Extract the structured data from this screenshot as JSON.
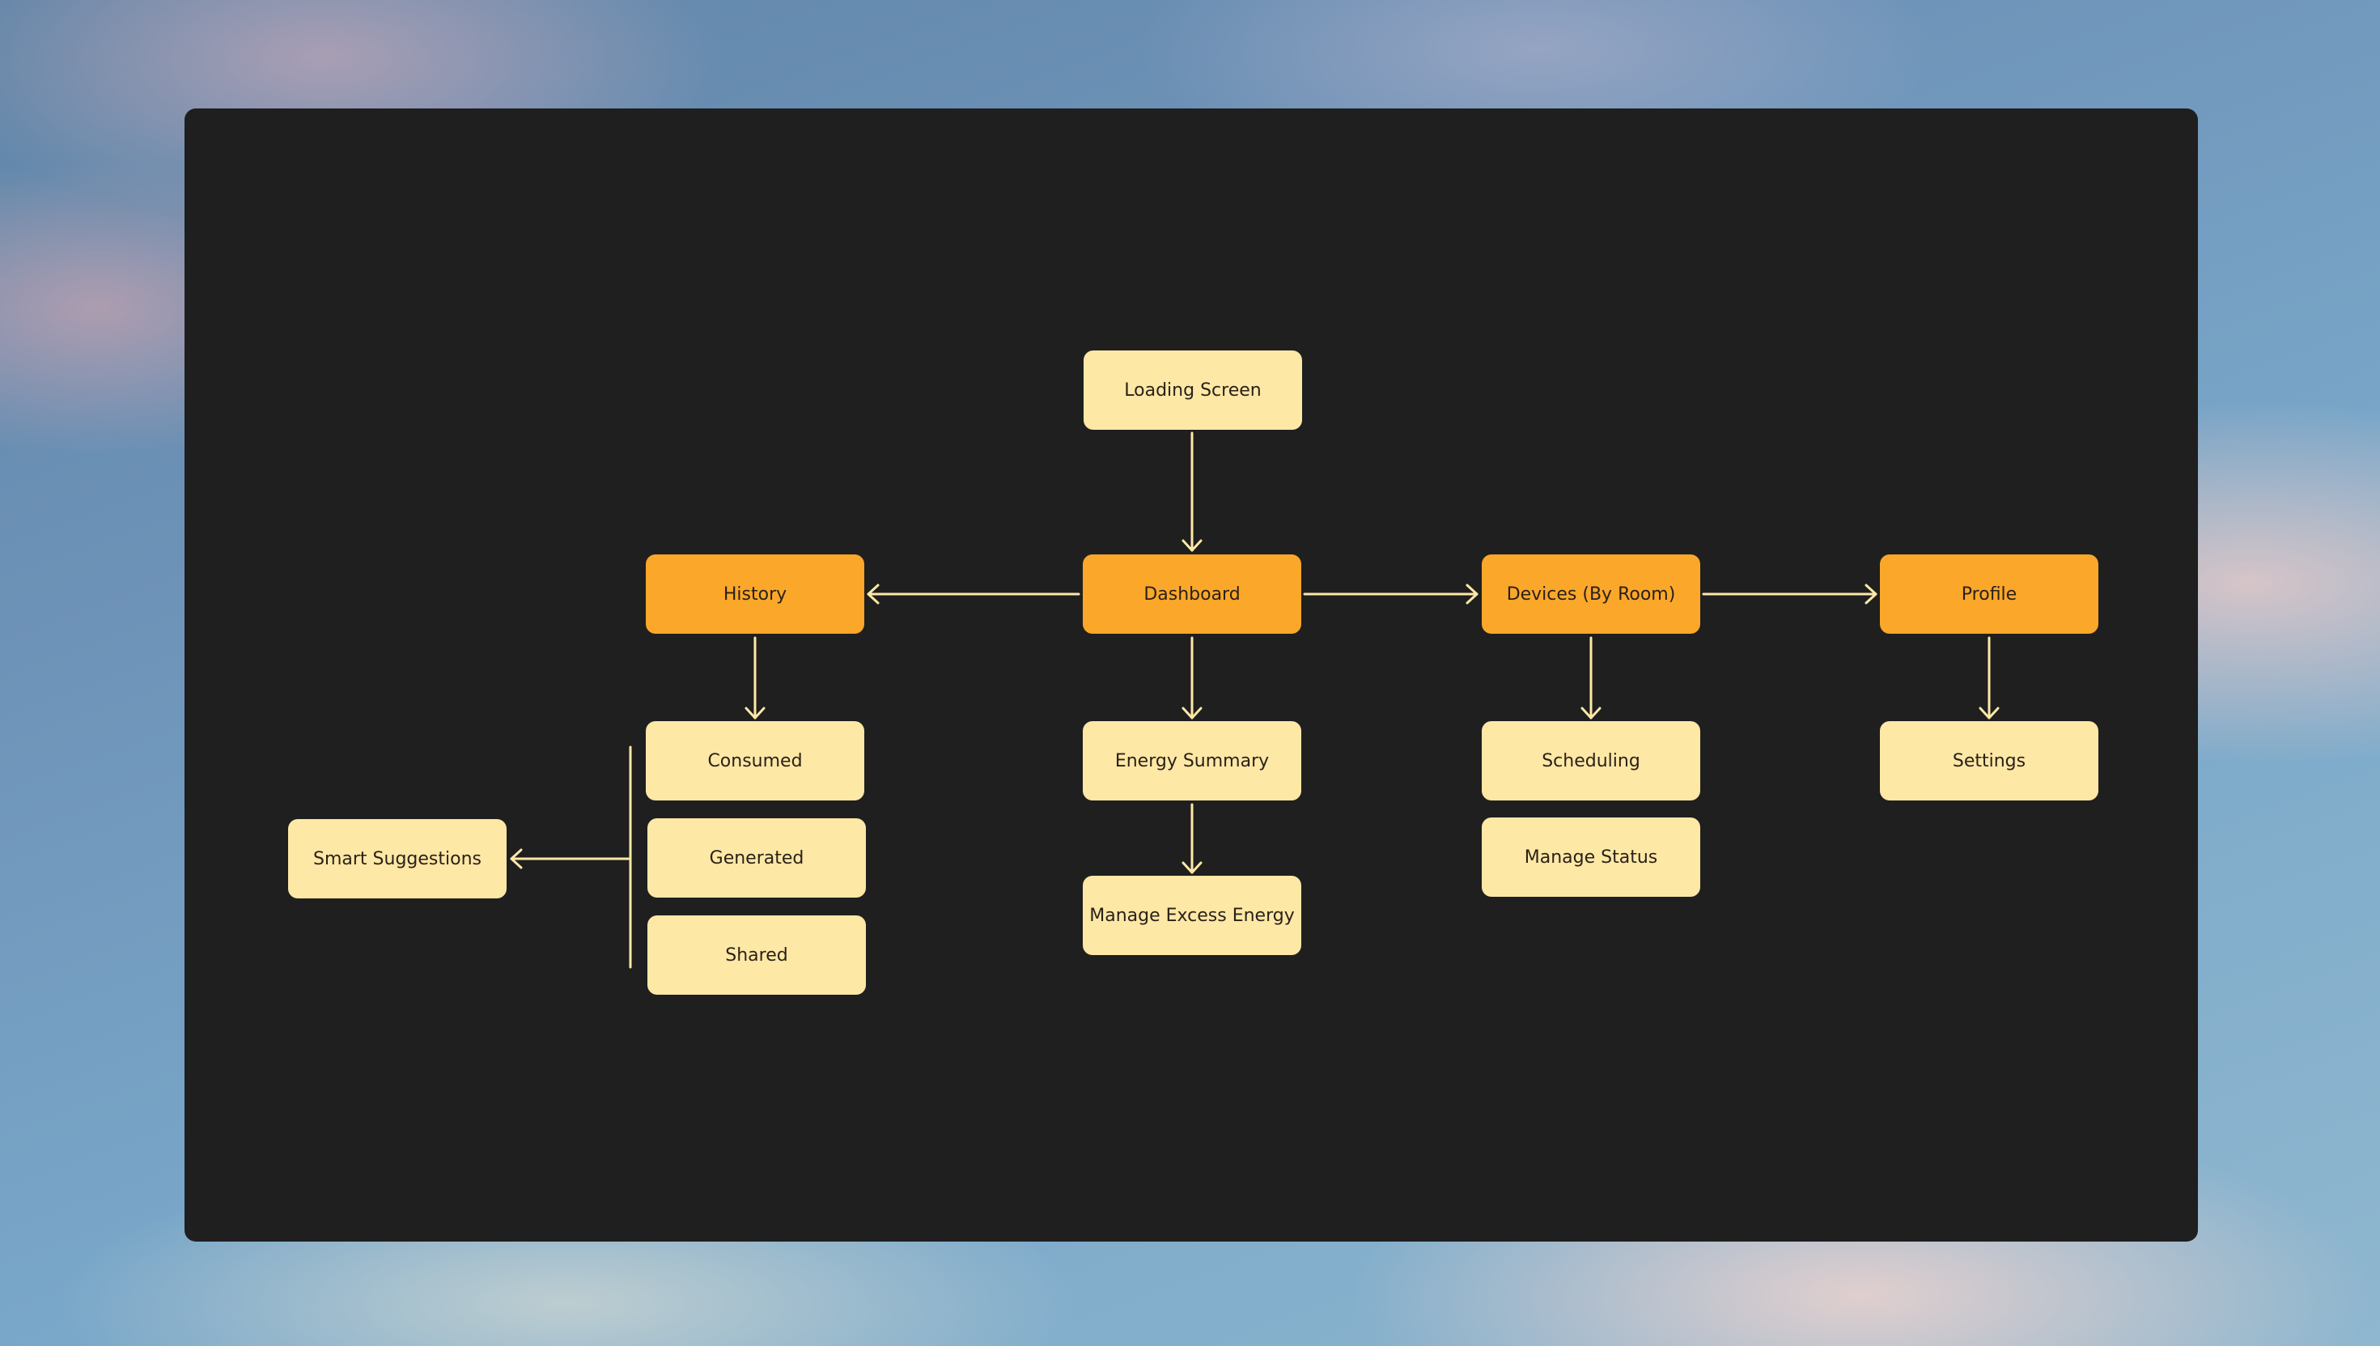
{
  "diagram": {
    "colors": {
      "primary_node": "#fba72a",
      "secondary_node": "#fee8a6",
      "connector": "#fee8a6",
      "panel": "#1f1f1f"
    },
    "nodes": {
      "loading_screen": "Loading Screen",
      "dashboard": "Dashboard",
      "history": "History",
      "devices": "Devices (By Room)",
      "profile": "Profile",
      "consumed": "Consumed",
      "generated": "Generated",
      "shared": "Shared",
      "smart_suggestions": "Smart Suggestions",
      "energy_summary": "Energy Summary",
      "manage_excess_energy": "Manage Excess Energy",
      "scheduling": "Scheduling",
      "manage_status": "Manage Status",
      "settings": "Settings"
    }
  }
}
